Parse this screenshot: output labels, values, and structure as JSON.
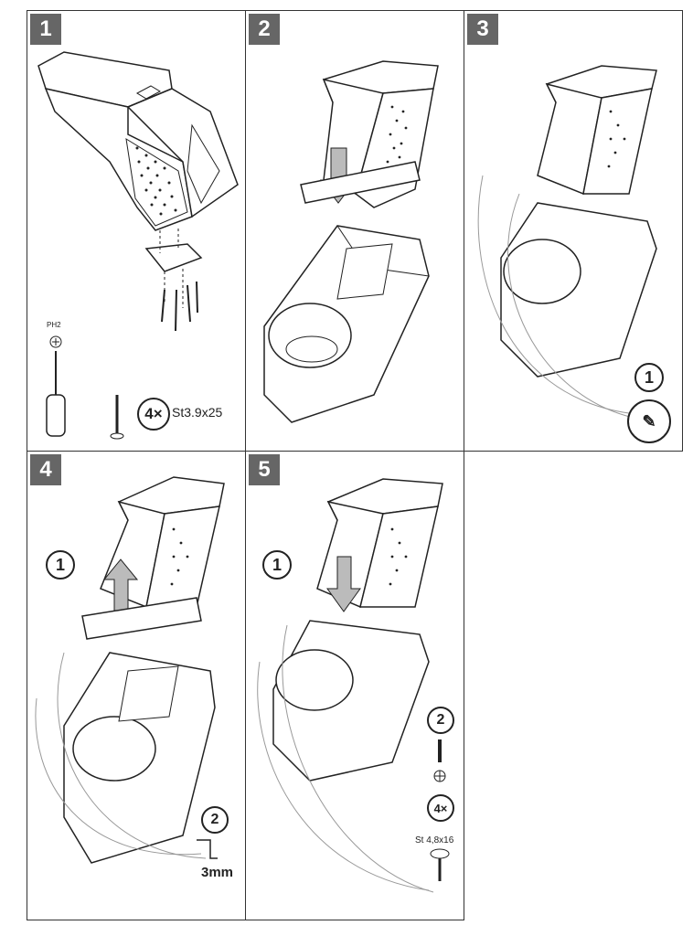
{
  "steps": [
    {
      "number": "1"
    },
    {
      "number": "2"
    },
    {
      "number": "3"
    },
    {
      "number": "4"
    },
    {
      "number": "5"
    }
  ],
  "step1": {
    "tool_label": "PH2",
    "screw_count": "4×",
    "screw_spec": "St3.9x25"
  },
  "step3": {
    "callout": "1"
  },
  "step4": {
    "callout1": "1",
    "callout2": "2",
    "measure": "3mm"
  },
  "step5": {
    "callout1": "1",
    "callout2": "2",
    "screw_count": "4×",
    "screw_spec": "St 4,8x16"
  }
}
